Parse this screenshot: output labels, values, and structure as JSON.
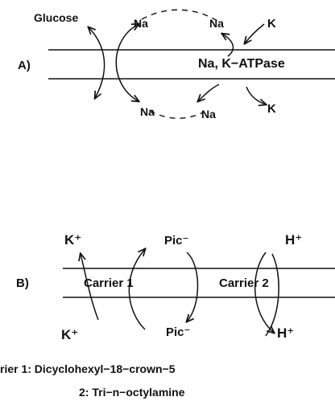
{
  "panel_a": {
    "label": "A)",
    "glucose": "Glucose",
    "na_top_left": "Na",
    "na_top_right": "Na",
    "na_bottom_left": "Na",
    "na_bottom_right": "Na",
    "k_top": "K",
    "k_bottom": "K",
    "pump": "Na, K−ATPase"
  },
  "panel_b": {
    "label": "B)",
    "k_top": "K⁺",
    "k_bottom": "K⁺",
    "pic_top": "Pic⁻",
    "pic_bottom": "Pic⁻",
    "h_top": "H⁺",
    "h_bottom": "H⁺",
    "carrier1": "Carrier 1",
    "carrier2": "Carrier 2"
  },
  "legend": {
    "line1": "rier 1: Dicyclohexyl−18−crown−5",
    "line2": "2: Tri−n−octylamine"
  }
}
